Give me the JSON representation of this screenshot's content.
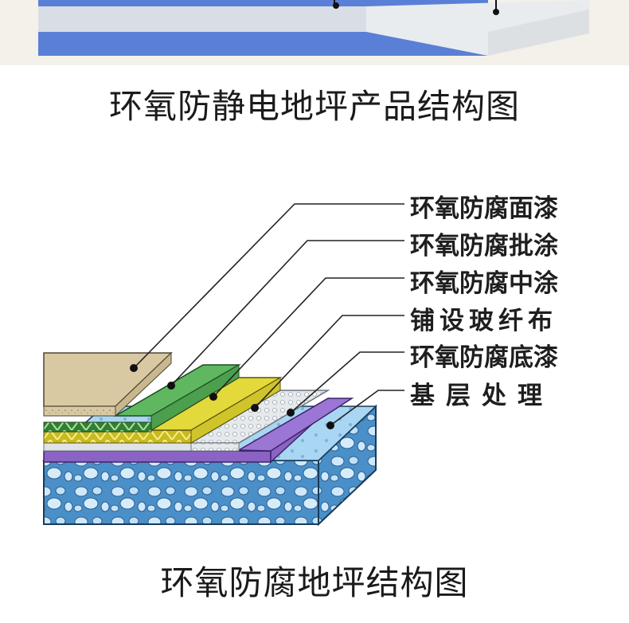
{
  "titles": {
    "top": "环氧防静电地坪产品结构图",
    "bottom": "环氧防腐地坪结构图"
  },
  "diagram": {
    "layers": [
      {
        "label": "环氧防腐面漆",
        "color": "#d9c9a3"
      },
      {
        "label": "环氧防腐批涂",
        "color": "#5fb85f"
      },
      {
        "label": "环氧防腐中涂",
        "color": "#e3d93a"
      },
      {
        "label": "铺设玻纤布",
        "color": "#dfe3e6"
      },
      {
        "label": "环氧防腐底漆",
        "color": "#8a63c4"
      },
      {
        "label": "基层处理",
        "color": "#a9d6f2"
      }
    ]
  }
}
